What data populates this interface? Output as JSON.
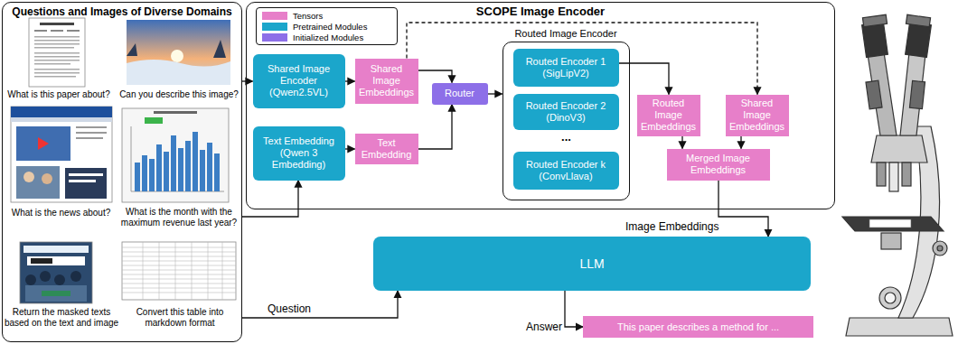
{
  "diagram": {
    "nodes": [
      {
        "text": [
          "Questions and Images of Diverse Domains"
        ]
      },
      {
        "text": [
          "SCOPE Image Encoder"
        ]
      },
      {
        "text": [
          "Shared Image Encoder (Qwen2.5VL)"
        ],
        "in": 1
      },
      {
        "text": [
          "Shared Image Embeddings"
        ],
        "in": 1
      },
      {
        "text": [
          "Text Embedding (Qwen 3 Embedding)"
        ],
        "in": 1
      },
      {
        "text": [
          "Text Embedding"
        ],
        "in": 1
      },
      {
        "text": [
          "Router"
        ],
        "in": 1
      },
      {
        "text": [
          "Routed Image Encoder"
        ],
        "in": 1
      },
      {
        "text": [
          "Routed Encoder 1 (SigLipV2)"
        ],
        "in": 7
      },
      {
        "text": [
          "Routed Encoder 2 (DinoV3)"
        ],
        "in": 7
      },
      {
        "text": [
          "Routed Encoder k (ConvLlava)"
        ],
        "in": 7
      },
      {
        "text": [
          "Routed Image Embeddings"
        ],
        "in": 1
      },
      {
        "text": [
          "Shared Image Embeddings"
        ],
        "in": 1
      },
      {
        "text": [
          "Merged Image Embeddings"
        ],
        "in": 1
      },
      {
        "text": [
          "LLM"
        ]
      },
      {
        "text": [
          "This paper describes a method for ..."
        ]
      }
    ],
    "edges": [
      {
        "from": 0,
        "to": 2,
        "arrow": "to"
      },
      {
        "from": 0,
        "to": 4,
        "arrow": "to"
      },
      {
        "from": 2,
        "to": 3,
        "arrow": "to"
      },
      {
        "from": 4,
        "to": 5,
        "arrow": "to"
      },
      {
        "from": 3,
        "to": 6,
        "arrow": "to"
      },
      {
        "from": 5,
        "to": 6,
        "arrow": "to"
      },
      {
        "from": 6,
        "to": 7,
        "arrow": "to"
      },
      {
        "from": 8,
        "to": 11,
        "arrow": "to"
      },
      {
        "from": 3,
        "to": 12,
        "arrow": "to"
      },
      {
        "from": 11,
        "to": 13,
        "arrow": "to"
      },
      {
        "from": 12,
        "to": 13,
        "arrow": "to"
      },
      {
        "from": 13,
        "to": 14,
        "label": "Image Embeddings",
        "arrow": "to"
      },
      {
        "from": 0,
        "to": 14,
        "label": "Question",
        "arrow": "to"
      },
      {
        "from": 14,
        "to": 15,
        "label": "Answer",
        "arrow": "to"
      }
    ],
    "labels": [
      "What is this paper about?",
      "Can you describe this image?",
      "What is the news about?",
      "What is the month with the maximum revenue last year?",
      "Return the masked texts based on the text and image",
      "Convert this table into markdown format",
      "..."
    ],
    "legend": [
      {
        "text": "Tensors",
        "color": "#e77fc9"
      },
      {
        "text": "Pretrained Modules",
        "color": "#1ba6cb"
      },
      {
        "text": "Initialized Modules",
        "color": "#8d6fe8"
      }
    ]
  }
}
